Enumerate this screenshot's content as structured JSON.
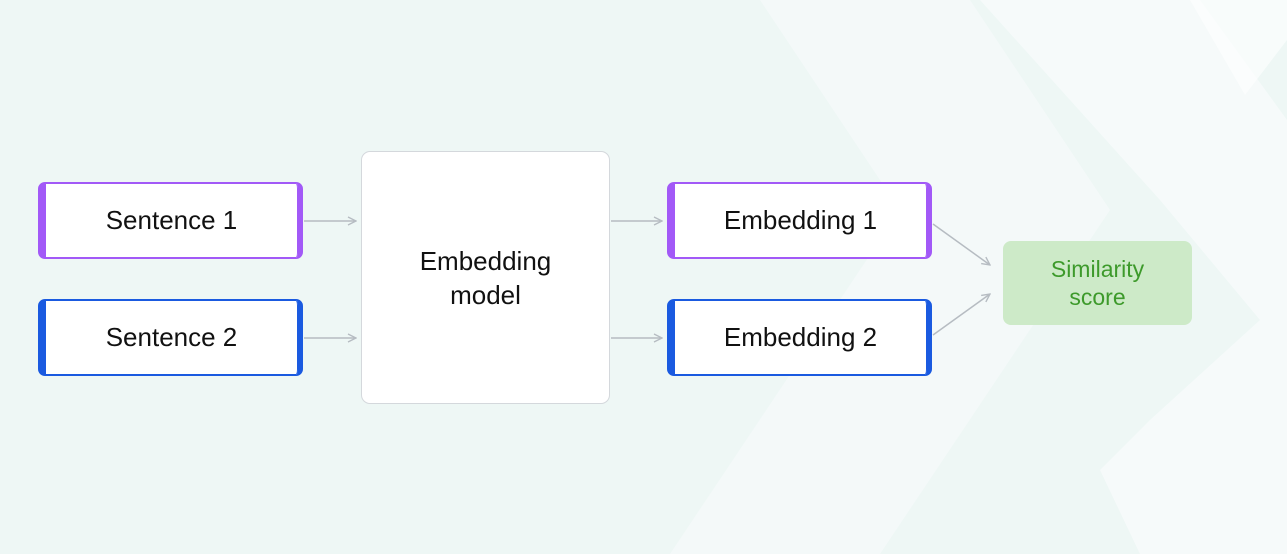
{
  "diagram": {
    "inputs": [
      {
        "label": "Sentence 1",
        "accent": "#a259f7"
      },
      {
        "label": "Sentence 2",
        "accent": "#1a5ae0"
      }
    ],
    "model": {
      "label": "Embedding model"
    },
    "embeddings": [
      {
        "label": "Embedding 1",
        "accent": "#a259f7"
      },
      {
        "label": "Embedding 2",
        "accent": "#1a5ae0"
      }
    ],
    "output": {
      "label": "Similarity score",
      "background": "#cdeac8",
      "text_color": "#3d9a2b"
    }
  }
}
